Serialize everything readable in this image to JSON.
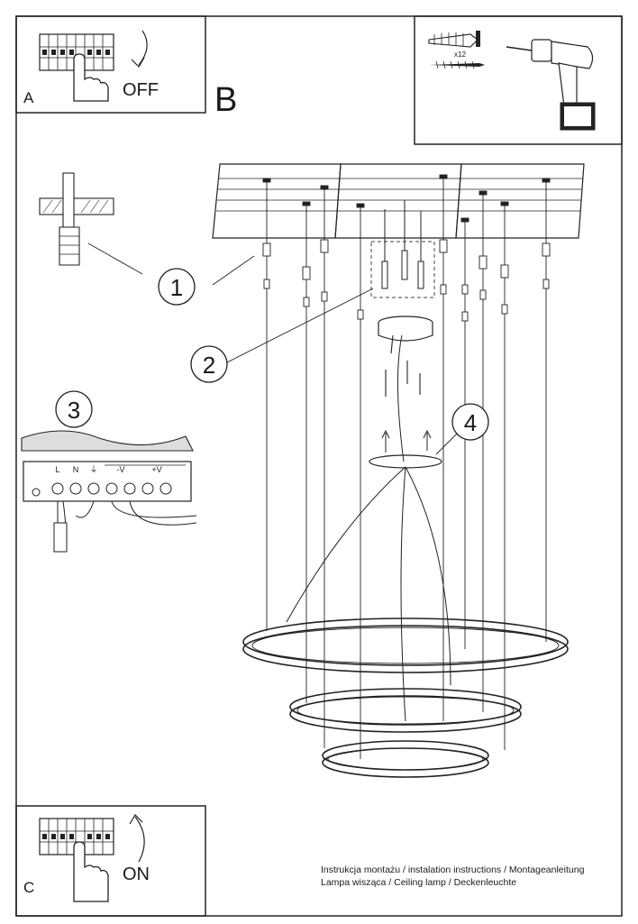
{
  "panels": {
    "a": {
      "letter": "A",
      "caption": "OFF"
    },
    "b": {
      "letter": "B"
    },
    "c": {
      "letter": "C",
      "caption": "ON"
    }
  },
  "tools": {
    "quantity": "x12"
  },
  "callouts": [
    "1",
    "2",
    "3",
    "4"
  ],
  "terminal_block": {
    "labels": [
      "L",
      "N",
      "⏚",
      "-V",
      "+V"
    ]
  },
  "footer": {
    "line1": "Instrukcja montażu / instalation instructions / Montageanleitung",
    "line2": "Lampa wisząca / Ceiling lamp / Deckenleuchte"
  }
}
